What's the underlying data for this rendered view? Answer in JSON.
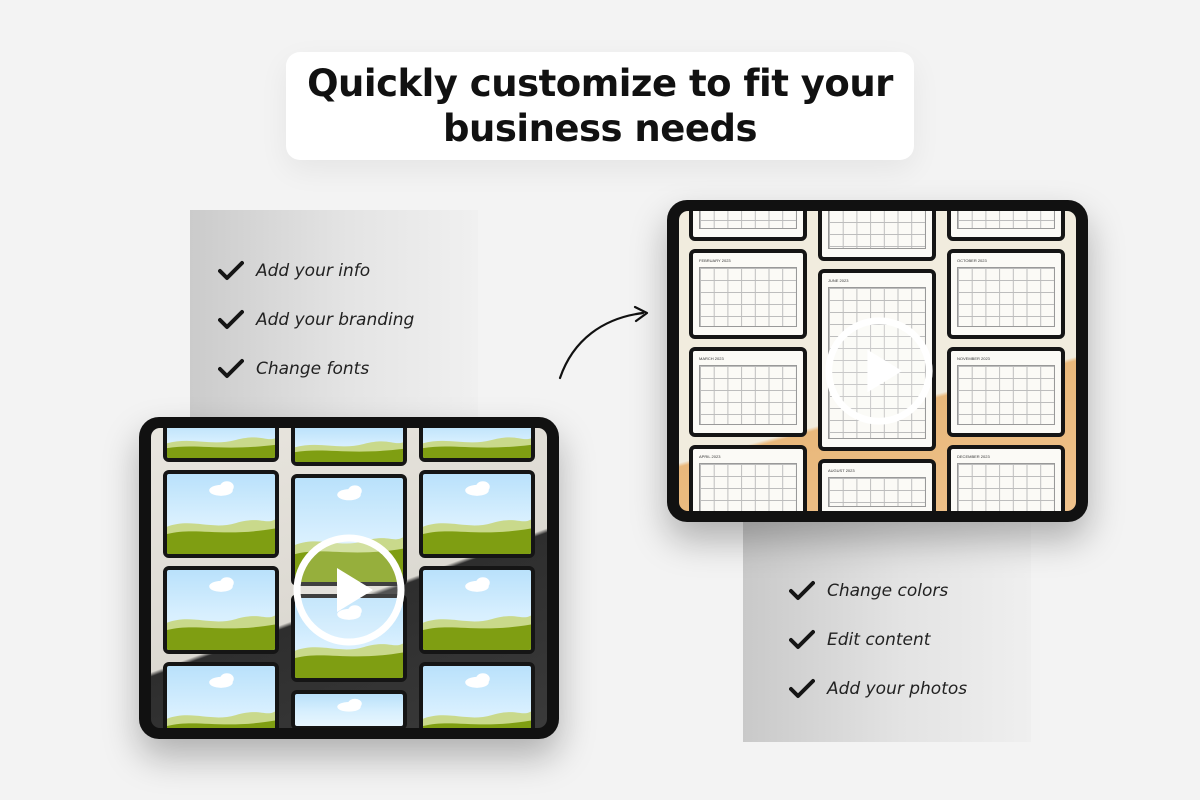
{
  "heading": {
    "line1": "Quickly customize to fit your",
    "line2": "business needs"
  },
  "left_features": [
    {
      "label": "Add your info",
      "icon": "check-icon"
    },
    {
      "label": "Add your branding",
      "icon": "check-icon"
    },
    {
      "label": "Change fonts",
      "icon": "check-icon"
    }
  ],
  "right_features": [
    {
      "label": "Change colors",
      "icon": "check-icon"
    },
    {
      "label": "Edit content",
      "icon": "check-icon"
    },
    {
      "label": "Add your photos",
      "icon": "check-icon"
    }
  ],
  "calendar_months": [
    "FEBRUARY 2023",
    "MARCH 2023",
    "APRIL 2023",
    "JUNE 2023",
    "AUGUST 2023",
    "OCTOBER 2023",
    "NOVEMBER 2023",
    "DECEMBER 2023"
  ],
  "colors": {
    "background": "#f3f3f3",
    "sky": "#b9e1fb",
    "grass": "#7f9e12",
    "accent_orange": "#efc28c",
    "tablet_frame": "#111111"
  },
  "icons": {
    "play": "play-icon",
    "arrow": "curved-arrow-icon",
    "cloud": "cloud-icon"
  }
}
